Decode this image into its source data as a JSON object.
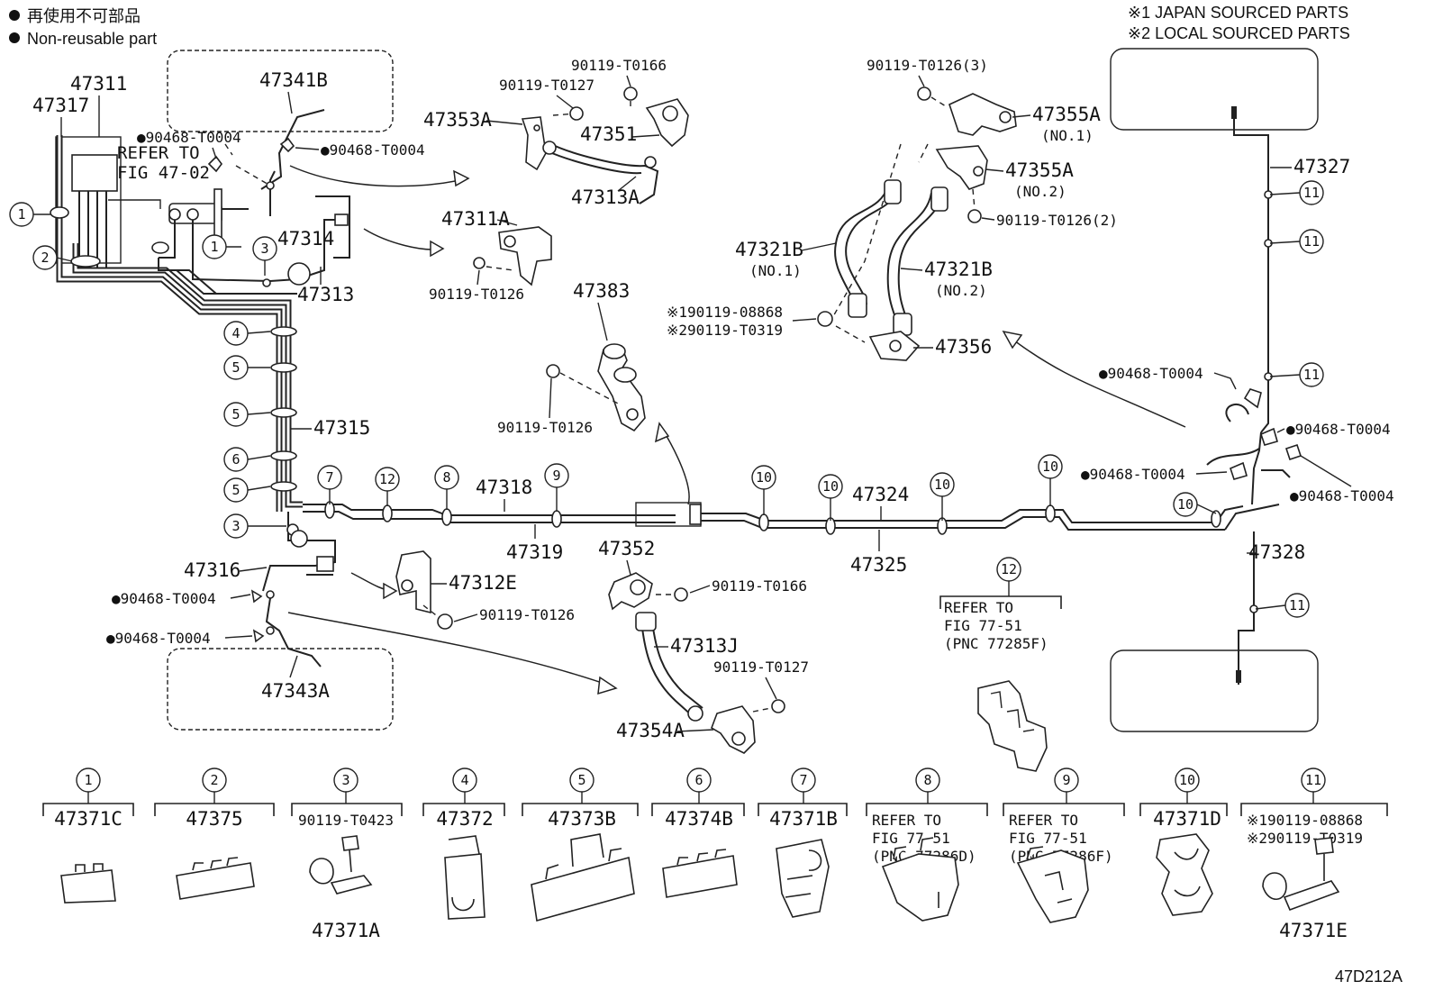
{
  "notes": {
    "jp_line": "再使用不可部品",
    "en_line": "Non-reusable part",
    "japan_sourced": "※1 JAPAN SOURCED PARTS",
    "local_sourced": "※2 LOCAL SOURCED PARTS",
    "fig_code": "47D212A"
  },
  "labels": {
    "p47311": "47311",
    "p47317": "47317",
    "p47341B": "47341B",
    "refer_to_a": "REFER TO",
    "fig_47_02": "FIG 47-02",
    "bolt_a": "●90468-T0004",
    "bolt_b": "●90468-T0004",
    "p47314": "47314",
    "p47313": "47313",
    "p47315": "47315",
    "p90119_T0166_a": "90119-T0166",
    "p90119_T0127_a": "90119-T0127",
    "p47353A": "47353A",
    "p47351": "47351",
    "p47313A": "47313A",
    "p47311A": "47311A",
    "p90119_T0126_a": "90119-T0126",
    "p47383": "47383",
    "p90119_T0126_b": "90119-T0126",
    "p90119_T0126_3": "90119-T0126(3)",
    "p47355A_1": "47355A",
    "no1_a": "(NO.1)",
    "p47355A_2": "47355A",
    "no2_a": "(NO.2)",
    "p90119_T0126_2": "90119-T0126(2)",
    "p47321B_1": "47321B",
    "no1_b": "(NO.1)",
    "p47321B_2": "47321B",
    "no2_b": "(NO.2)",
    "j1_08868_a": "※190119-08868",
    "j2_T0319_a": "※290119-T0319",
    "p47356": "47356",
    "p47327": "47327",
    "bolt_c": "●90468-T0004",
    "bolt_d": "●90468-T0004",
    "bolt_e": "●90468-T0004",
    "bolt_f": "●90468-T0004",
    "p47318": "47318",
    "p47319": "47319",
    "p47324": "47324",
    "p47325": "47325",
    "p47328": "47328",
    "p47316": "47316",
    "bolt_g": "●90468-T0004",
    "bolt_h": "●90468-T0004",
    "p47343A": "47343A",
    "p47312E": "47312E",
    "p90119_T0126_c": "90119-T0126",
    "p47352": "47352",
    "p90119_T0166_b": "90119-T0166",
    "p47313J": "47313J",
    "p90119_T0127_b": "90119-T0127",
    "p47354A": "47354A",
    "refer_to_12": "REFER TO",
    "fig_77_51_12": "FIG 77-51",
    "pnc_77285F": "(PNC 77285F)"
  },
  "legend": [
    {
      "num": "1",
      "line1": "47371C",
      "line2": "",
      "line3": "",
      "sub": ""
    },
    {
      "num": "2",
      "line1": "47375",
      "line2": "",
      "line3": "",
      "sub": ""
    },
    {
      "num": "3",
      "line1": "90119-T0423",
      "line2": "",
      "line3": "",
      "sub": "47371A"
    },
    {
      "num": "4",
      "line1": "47372",
      "line2": "",
      "line3": "",
      "sub": ""
    },
    {
      "num": "5",
      "line1": "47373B",
      "line2": "",
      "line3": "",
      "sub": ""
    },
    {
      "num": "6",
      "line1": "47374B",
      "line2": "",
      "line3": "",
      "sub": ""
    },
    {
      "num": "7",
      "line1": "47371B",
      "line2": "",
      "line3": "",
      "sub": ""
    },
    {
      "num": "8",
      "line1": "REFER TO",
      "line2": "FIG 77-51",
      "line3": "(PNC 77286D)",
      "sub": ""
    },
    {
      "num": "9",
      "line1": "REFER TO",
      "line2": "FIG 77-51",
      "line3": "(PNC 77286F)",
      "sub": ""
    },
    {
      "num": "10",
      "line1": "47371D",
      "line2": "",
      "line3": "",
      "sub": ""
    },
    {
      "num": "11",
      "line1": "※190119-08868",
      "line2": "※290119-T0319",
      "line3": "",
      "sub": "47371E"
    }
  ]
}
